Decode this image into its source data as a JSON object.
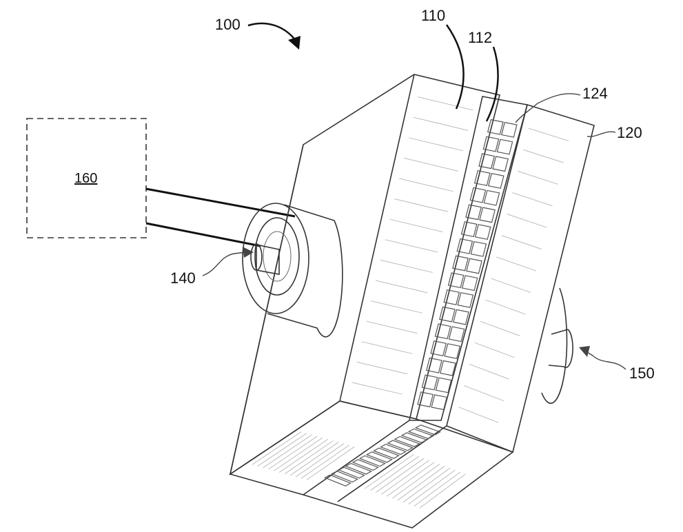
{
  "labels": {
    "device": "100",
    "first_cell": "110",
    "electrode": "112",
    "spacer": "124",
    "second_cell": "120",
    "inlet": "140",
    "outlet": "150",
    "controller": "160"
  },
  "strip_cell_count": 17
}
